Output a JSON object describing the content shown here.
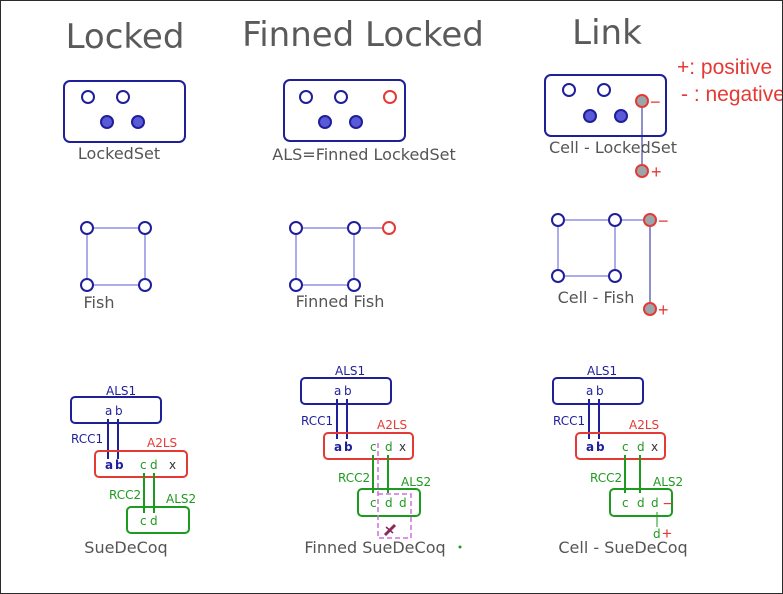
{
  "headers": [
    "Locked",
    "Finned Locked",
    "Link"
  ],
  "legend": {
    "positive": "+: positive",
    "negative": "- : negative"
  },
  "captions": {
    "locked_set": "LockedSet",
    "als_finned": "ALS=Finned LockedSet",
    "cell_locked": "Cell - LockedSet",
    "fish": "Fish",
    "finned_fish": "Finned Fish",
    "cell_fish": "Cell - Fish",
    "suedecoq": "SueDeCoq",
    "finned_suedecoq": "Finned SueDeCoq",
    "cell_suedecoq": "Cell - SueDeCoq"
  },
  "labels": {
    "als1": "ALS1",
    "als2": "ALS2",
    "a2ls": "A2LS",
    "rcc1": "RCC1",
    "rcc2": "RCC2"
  },
  "cands": {
    "a": "a",
    "b": "b",
    "c": "c",
    "d": "d",
    "x": "x"
  },
  "signs": {
    "minus": "−",
    "plus": "+"
  },
  "colors": {
    "blue": "#1f1f9a",
    "red": "#e53935",
    "green": "#1e9a1e",
    "magenta": "#d070e0",
    "fill": "#5a5ad8",
    "grey": "#9aa7aa"
  }
}
